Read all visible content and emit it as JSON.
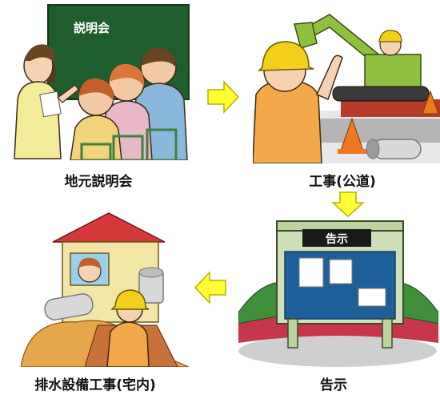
{
  "steps": [
    {
      "caption": "地元説明会",
      "sign": "説明会"
    },
    {
      "caption": "工事(公道)"
    },
    {
      "caption": "告示",
      "sign": "告示"
    },
    {
      "caption": "排水設備工事(宅内)"
    }
  ],
  "colors": {
    "arrow_fill": "#ffff33",
    "arrow_stroke": "#b7b000",
    "chalkboard": "#1e5d2c",
    "excavator": "#8fbf3f",
    "helmet": "#f2cf1b",
    "board_panel": "#1f5f99",
    "roof": "#d6393a"
  }
}
